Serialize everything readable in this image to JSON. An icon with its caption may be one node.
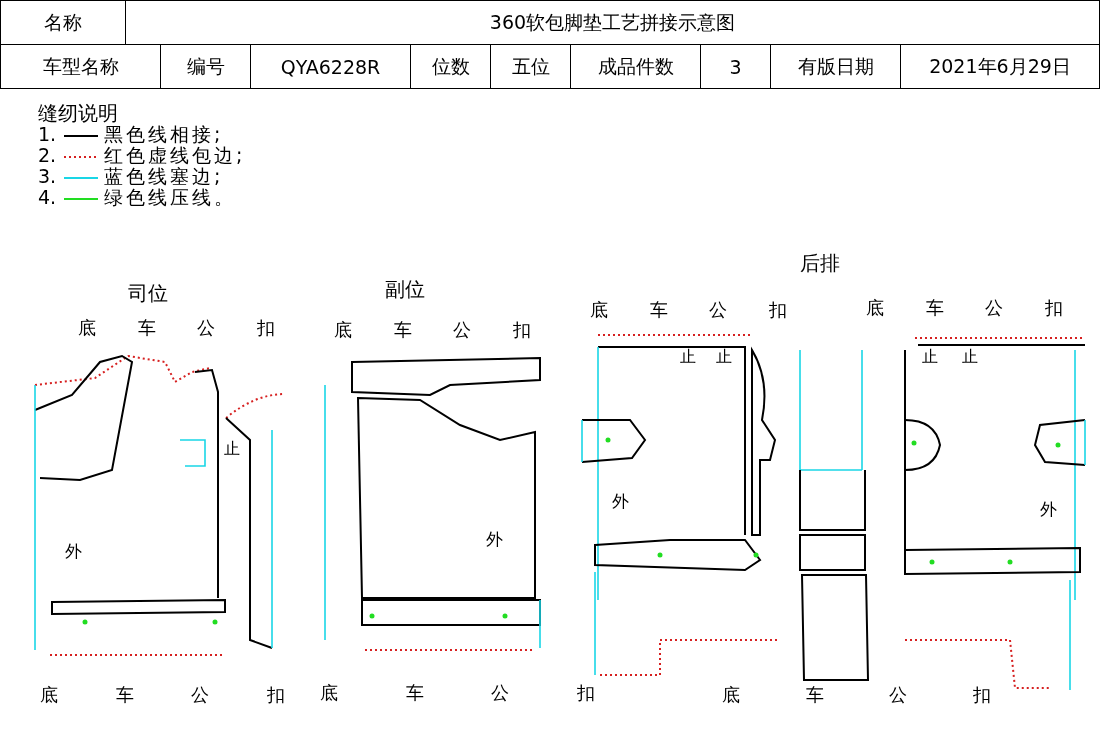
{
  "diagram": {
    "labels": [
      "名称",
      "360软包脚垫工艺拼接示意图",
      "车型名称",
      "编号",
      "QYA6228R",
      "位数",
      "五位",
      "成品件数",
      "3",
      "有版日期",
      "2021年6月29日",
      "缝纫说明",
      "1.",
      "2.",
      "3.",
      "4.",
      "后排",
      "司位",
      "副位",
      "底 车 公 扣",
      "底 车 公 扣",
      "底 车 公 扣",
      "底 车 公 扣",
      "止",
      "止",
      "止",
      "止",
      "止",
      "外",
      "外",
      "外",
      "外",
      "底 车 公 扣",
      "底 车 公 扣",
      "底 车 公 扣"
    ],
    "legend": [
      {
        "text": "黑色线相接;"
      },
      {
        "text": "红色虚线包边;"
      },
      {
        "text": "蓝色线塞边;"
      },
      {
        "text": "绿色线压线。"
      }
    ]
  }
}
